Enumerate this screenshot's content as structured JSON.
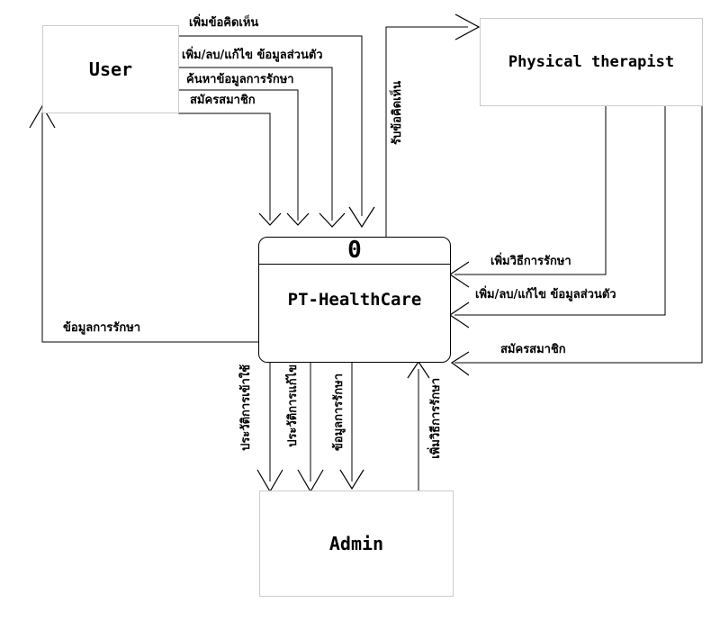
{
  "process": {
    "id": "0",
    "name": "PT-HealthCare"
  },
  "entities": {
    "user": "User",
    "therapist": "Physical therapist",
    "admin": "Admin"
  },
  "flows": {
    "user_add_comment": "เพิ่มข้อคิดเห็น",
    "user_edit_profile": "เพิ่ม/ลบ/แก้ไข ข้อมูลส่วนตัว",
    "user_search_treatment": "ค้นหาข้อมูลการรักษา",
    "user_register": "สมัครสมาชิก",
    "to_user_treatment_info": "ข้อมูลการรักษา",
    "to_therapist_receive_comment": "รับข้อคิดเห็น",
    "therapist_add_method": "เพิ่มวิธีการรักษา",
    "therapist_edit_profile": "เพิ่ม/ลบ/แก้ไข ข้อมูลส่วนตัว",
    "therapist_register": "สมัครสมาชิก",
    "to_admin_usage_history": "ประวัติการเข้าใช้",
    "to_admin_edit_history": "ประวัติการแก้ไข",
    "to_admin_treatment_info": "ข้อมูลการรักษา",
    "admin_add_method": "เพิ่มวิธีการรักษา"
  }
}
